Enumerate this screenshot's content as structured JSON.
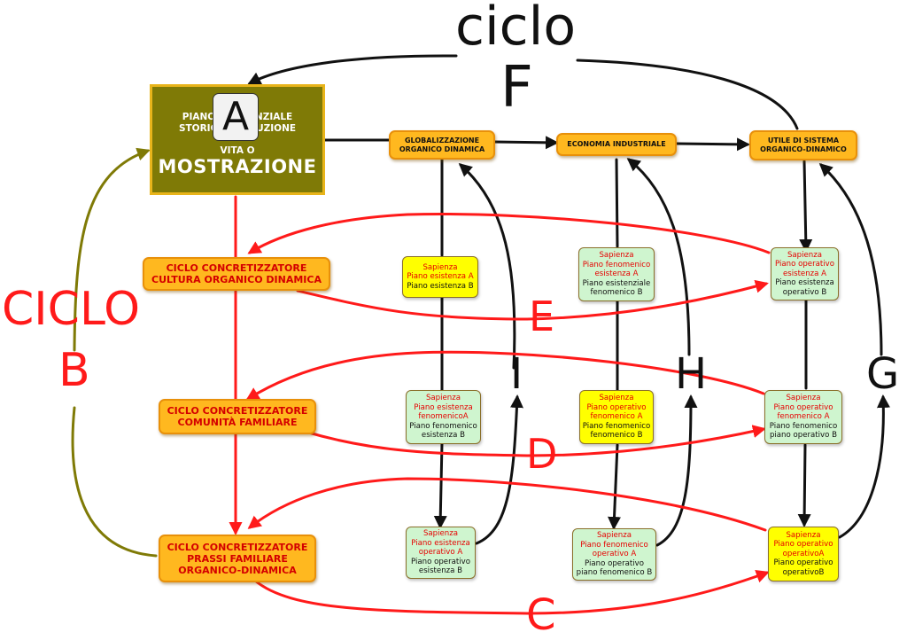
{
  "main": {
    "line1": "PIANO EXISTENZIALE",
    "line1b": "STORICO-EVOLUZIONE",
    "line2": "VITA O",
    "title": "MOSTRAZIONE",
    "badge": "A"
  },
  "top_row": {
    "globalizzazione": [
      "GLOBALIZZAZIONE",
      "ORGANICO DINAMICA"
    ],
    "economia": [
      "ECONOMIA INDUSTRIALE"
    ],
    "utile": [
      "UTILE DI SISTEMA",
      "ORGANICO-DINAMICO"
    ]
  },
  "cicli": {
    "cultura": [
      "CICLO CONCRETIZZATORE",
      "CULTURA ORGANICO DINAMICA"
    ],
    "comunita": [
      "CICLO CONCRETIZZATORE",
      "COMUNITÀ FAMILIARE"
    ],
    "prassi": [
      "CICLO CONCRETIZZATORE",
      "PRASSI FAMILIARE",
      "ORGANICO-DINAMICA"
    ]
  },
  "sapienza": {
    "s1": {
      "red": [
        "Sapienza",
        "Piano esistenza A"
      ],
      "black": [
        "Piano esistenza B"
      ]
    },
    "s2": {
      "red": [
        "Sapienza",
        "Piano fenomenico",
        "esistenza A"
      ],
      "black": [
        "Piano esistenziale",
        "fenomenico B"
      ]
    },
    "s3": {
      "red": [
        "Sapienza",
        "Piano operativo",
        "esistenza A"
      ],
      "black": [
        "Piano esistenza",
        "operativo  B"
      ]
    },
    "s4": {
      "red": [
        "Sapienza",
        "Piano esistenza",
        "fenomenicoA"
      ],
      "black": [
        "Piano fenomenico",
        "esistenza B"
      ]
    },
    "s5": {
      "red": [
        "Sapienza",
        "Piano operativo",
        "fenomenico A"
      ],
      "black": [
        "Piano fenomenico",
        "fenomenico B"
      ]
    },
    "s6": {
      "red": [
        "Sapienza",
        "Piano operativo",
        "fenomenico A"
      ],
      "black": [
        "Piano fenomenico",
        "piano operativo B"
      ]
    },
    "s7": {
      "red": [
        "Sapienza",
        "Piano esistenza",
        "operativo A"
      ],
      "black": [
        "Piano operativo",
        "esistenza B"
      ]
    },
    "s8": {
      "red": [
        "Sapienza",
        "Piano fenomenico",
        "operativo A"
      ],
      "black": [
        "Piano operativo",
        "piano fenomenico B"
      ]
    },
    "s9": {
      "red": [
        "Sapienza",
        "Piano operativo",
        "operativoA"
      ],
      "black": [
        "Piano operativo",
        "operativoB"
      ]
    }
  },
  "labels": {
    "ciclo_top": "ciclo",
    "F": "F",
    "ciclo_left": "CICLO",
    "B": "B",
    "E": "E",
    "D": "D",
    "C": "C",
    "I": "I",
    "H": "H",
    "G": "G"
  },
  "colors": {
    "red_arrow": "#ff1a1a",
    "olive_arrow": "#7f7a06",
    "black_arrow": "#111111",
    "orange": "#ffb81f"
  }
}
